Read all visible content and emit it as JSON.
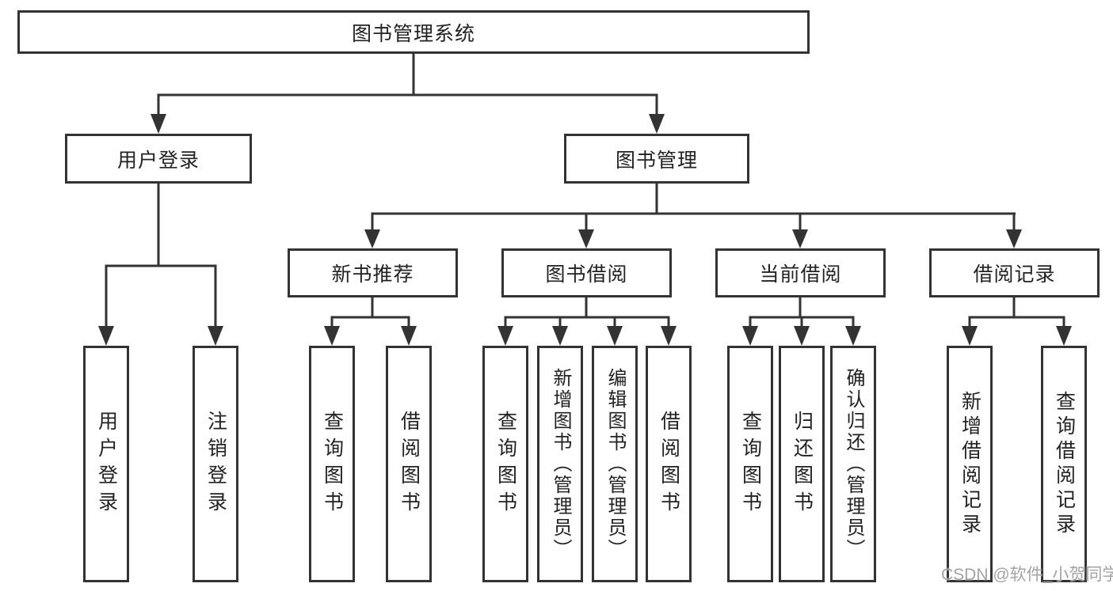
{
  "diagram": {
    "root": {
      "label": "图书管理系统"
    },
    "level2": [
      {
        "label": "用户登录"
      },
      {
        "label": "图书管理"
      }
    ],
    "level3": [
      {
        "label": "新书推荐",
        "parent": "图书管理"
      },
      {
        "label": "图书借阅",
        "parent": "图书管理"
      },
      {
        "label": "当前借阅",
        "parent": "图书管理"
      },
      {
        "label": "借阅记录",
        "parent": "图书管理"
      }
    ],
    "leaves": [
      {
        "label": "用户登录",
        "parent": "用户登录"
      },
      {
        "label": "注销登录",
        "parent": "用户登录"
      },
      {
        "label": "查询图书",
        "parent": "新书推荐"
      },
      {
        "label": "借阅图书",
        "parent": "新书推荐"
      },
      {
        "label": "查询图书",
        "parent": "图书借阅"
      },
      {
        "label": "新增图书（管理员）",
        "parent": "图书借阅"
      },
      {
        "label": "编辑图书（管理员）",
        "parent": "图书借阅"
      },
      {
        "label": "借阅图书",
        "parent": "图书借阅"
      },
      {
        "label": "查询图书",
        "parent": "当前借阅"
      },
      {
        "label": "归还图书",
        "parent": "当前借阅"
      },
      {
        "label": "确认归还（管理员）",
        "parent": "当前借阅"
      },
      {
        "label": "新增借阅记录",
        "parent": "借阅记录"
      },
      {
        "label": "查询借阅记录",
        "parent": "借阅记录"
      }
    ]
  },
  "watermark": {
    "text": "CSDN @软件_小贺同学"
  },
  "colors": {
    "line": "#333333",
    "text": "#222222",
    "background": "#ffffff",
    "watermark": "#9b9b9b"
  }
}
